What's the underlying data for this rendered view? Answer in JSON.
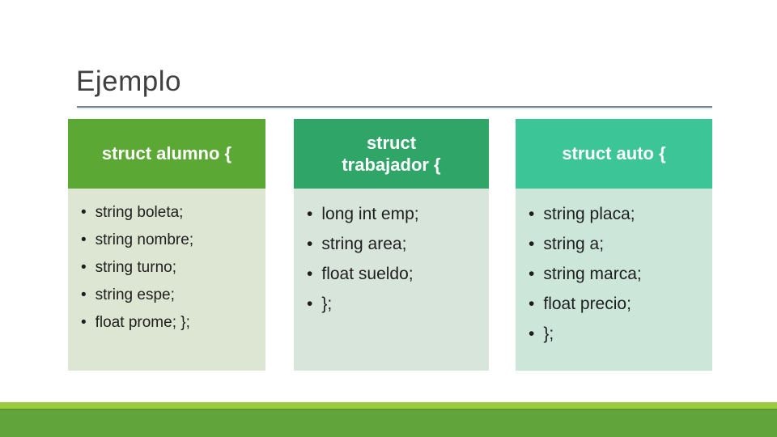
{
  "slide": {
    "title": "Ejemplo",
    "bullet_char": "•",
    "title_color": "#404040",
    "rule_color": "#7f7f7f"
  },
  "columns": [
    {
      "header": "struct alumno {",
      "header_color": "#5ca834",
      "body_color": "#dce6d2",
      "items": [
        "string boleta;",
        "string nombre;",
        "string turno;",
        "string espe;",
        "float prome; };"
      ]
    },
    {
      "header": "struct trabajador {",
      "header_color": "#2fa568",
      "body_color": "#d8e5db",
      "items": [
        "long int emp;",
        "string area;",
        "float sueldo;",
        "};"
      ]
    },
    {
      "header": "struct auto {",
      "header_color": "#3cc596",
      "body_color": "#cce7da",
      "items": [
        "string placa;",
        "string a;",
        "string marca;",
        "float precio;",
        "};"
      ]
    }
  ],
  "footer": {
    "stripe_color": "#9ccb3e",
    "bar_color": "#62a43c"
  }
}
